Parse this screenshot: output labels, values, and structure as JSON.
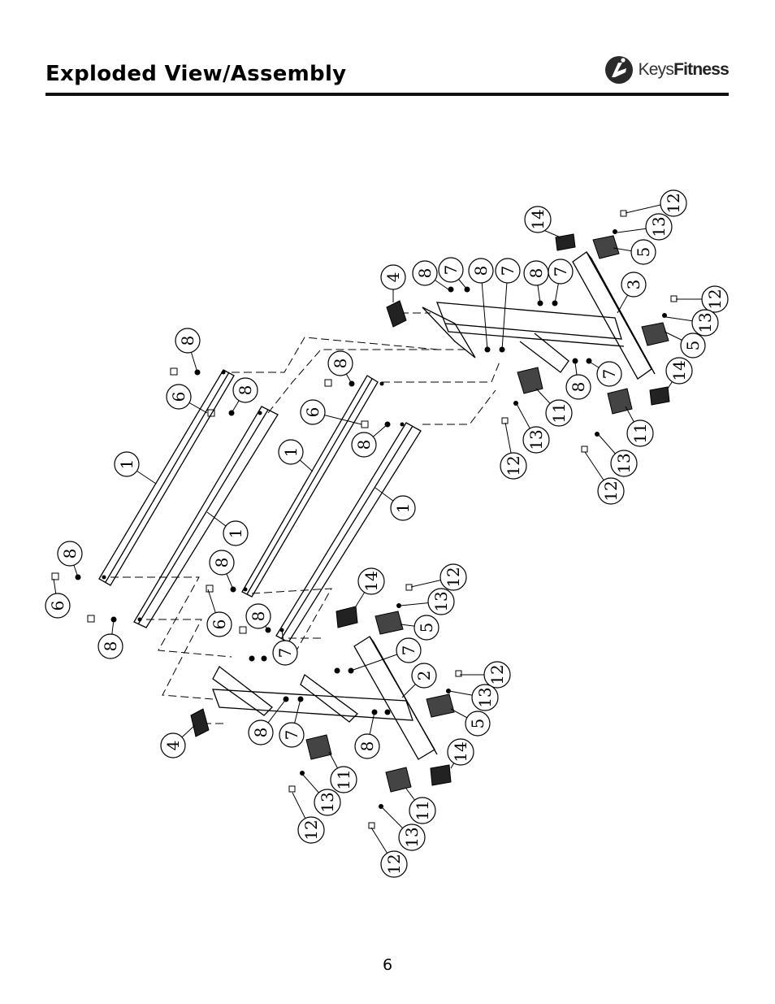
{
  "header": {
    "title": "Exploded View/Assembly",
    "brand_prefix": "Keys",
    "brand_suffix": "Fitness"
  },
  "callouts": [
    {
      "label": "12"
    },
    {
      "label": "13"
    },
    {
      "label": "14"
    },
    {
      "label": "5"
    },
    {
      "label": "3"
    },
    {
      "label": "4"
    },
    {
      "label": "8"
    },
    {
      "label": "7"
    },
    {
      "label": "8"
    },
    {
      "label": "7"
    },
    {
      "label": "8"
    },
    {
      "label": "7"
    },
    {
      "label": "12"
    },
    {
      "label": "13"
    },
    {
      "label": "5"
    },
    {
      "label": "14"
    },
    {
      "label": "7"
    },
    {
      "label": "8"
    },
    {
      "label": "11"
    },
    {
      "label": "13"
    },
    {
      "label": "12"
    },
    {
      "label": "11"
    },
    {
      "label": "13"
    },
    {
      "label": "12"
    },
    {
      "label": "8"
    },
    {
      "label": "6"
    },
    {
      "label": "8"
    },
    {
      "label": "8"
    },
    {
      "label": "6"
    },
    {
      "label": "1"
    },
    {
      "label": "1"
    },
    {
      "label": "1"
    },
    {
      "label": "8"
    },
    {
      "label": "1"
    },
    {
      "label": "8"
    },
    {
      "label": "6"
    },
    {
      "label": "8"
    },
    {
      "label": "8"
    },
    {
      "label": "6"
    },
    {
      "label": "8"
    },
    {
      "label": "7"
    },
    {
      "label": "14"
    },
    {
      "label": "12"
    },
    {
      "label": "13"
    },
    {
      "label": "5"
    },
    {
      "label": "7"
    },
    {
      "label": "2"
    },
    {
      "label": "12"
    },
    {
      "label": "13"
    },
    {
      "label": "5"
    },
    {
      "label": "14"
    },
    {
      "label": "4"
    },
    {
      "label": "8"
    },
    {
      "label": "7"
    },
    {
      "label": "8"
    },
    {
      "label": "11"
    },
    {
      "label": "13"
    },
    {
      "label": "12"
    },
    {
      "label": "11"
    },
    {
      "label": "13"
    },
    {
      "label": "12"
    }
  ],
  "footer": {
    "page_number": "6"
  }
}
